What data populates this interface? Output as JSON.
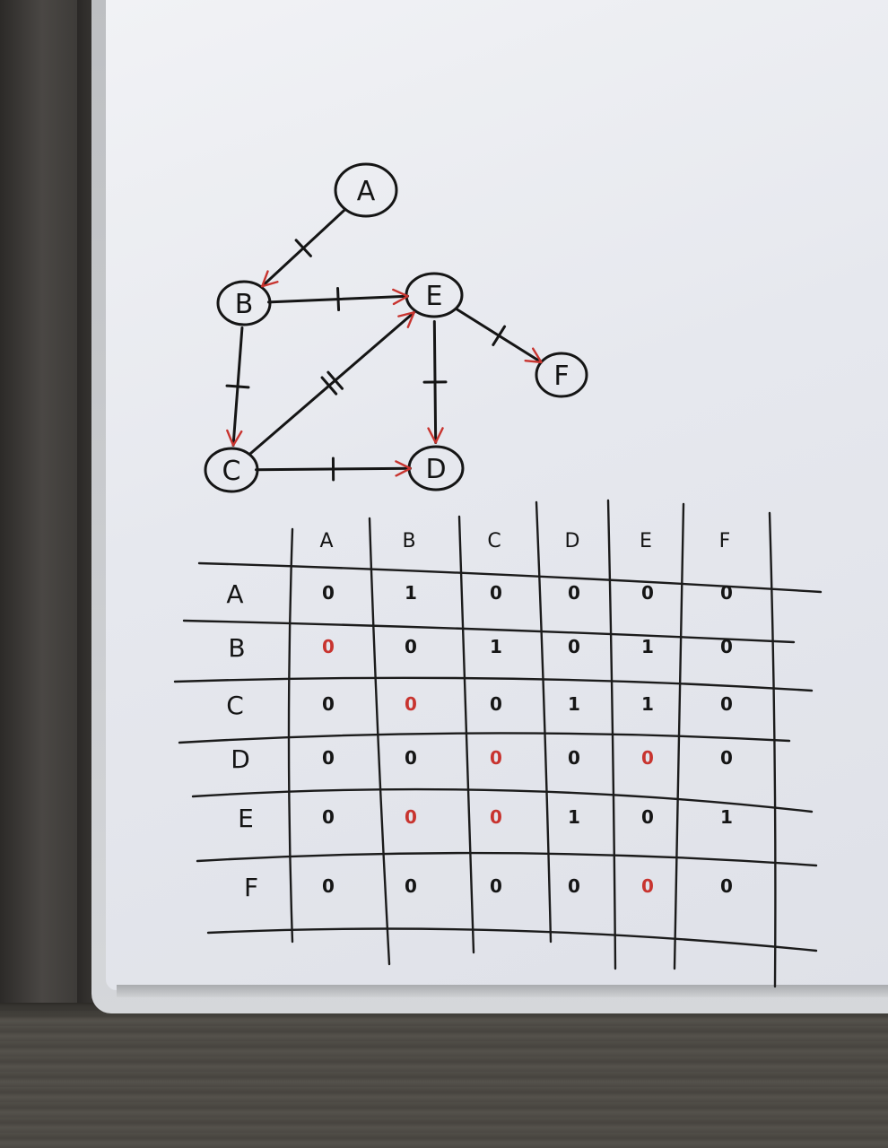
{
  "scene": "whiteboard",
  "colors": {
    "ink": "#151515",
    "red_ink": "#c8342f",
    "board": "#e9ebf0"
  },
  "graph": {
    "nodes": [
      {
        "id": "A",
        "label": "A"
      },
      {
        "id": "B",
        "label": "B"
      },
      {
        "id": "C",
        "label": "C"
      },
      {
        "id": "D",
        "label": "D"
      },
      {
        "id": "E",
        "label": "E"
      },
      {
        "id": "F",
        "label": "F"
      }
    ],
    "edges": [
      {
        "from": "A",
        "to": "B",
        "weight": 1
      },
      {
        "from": "B",
        "to": "E",
        "weight": 1
      },
      {
        "from": "B",
        "to": "C",
        "weight": 1
      },
      {
        "from": "C",
        "to": "E",
        "weight": 2
      },
      {
        "from": "C",
        "to": "D",
        "weight": 1
      },
      {
        "from": "E",
        "to": "D",
        "weight": 1
      },
      {
        "from": "E",
        "to": "F",
        "weight": 1
      }
    ]
  },
  "matrix": {
    "column_headers": [
      "A",
      "B",
      "C",
      "D",
      "E",
      "F"
    ],
    "row_headers": [
      "A",
      "B",
      "C",
      "D",
      "E",
      "F"
    ],
    "values": [
      [
        "0",
        "1",
        "0",
        "0",
        "0",
        "0"
      ],
      [
        "0",
        "0",
        "1",
        "0",
        "1",
        "0"
      ],
      [
        "0",
        "0",
        "0",
        "1",
        "1",
        "0"
      ],
      [
        "0",
        "0",
        "0",
        "0",
        "0",
        "0"
      ],
      [
        "0",
        "0",
        "0",
        "1",
        "0",
        "1"
      ],
      [
        "0",
        "0",
        "0",
        "0",
        "0",
        "0"
      ]
    ],
    "red_marked": [
      [
        false,
        false,
        false,
        false,
        false,
        false
      ],
      [
        true,
        false,
        false,
        false,
        false,
        false
      ],
      [
        false,
        true,
        false,
        false,
        false,
        false
      ],
      [
        false,
        false,
        true,
        false,
        true,
        false
      ],
      [
        false,
        true,
        true,
        false,
        false,
        false
      ],
      [
        false,
        false,
        false,
        false,
        true,
        false
      ]
    ]
  }
}
